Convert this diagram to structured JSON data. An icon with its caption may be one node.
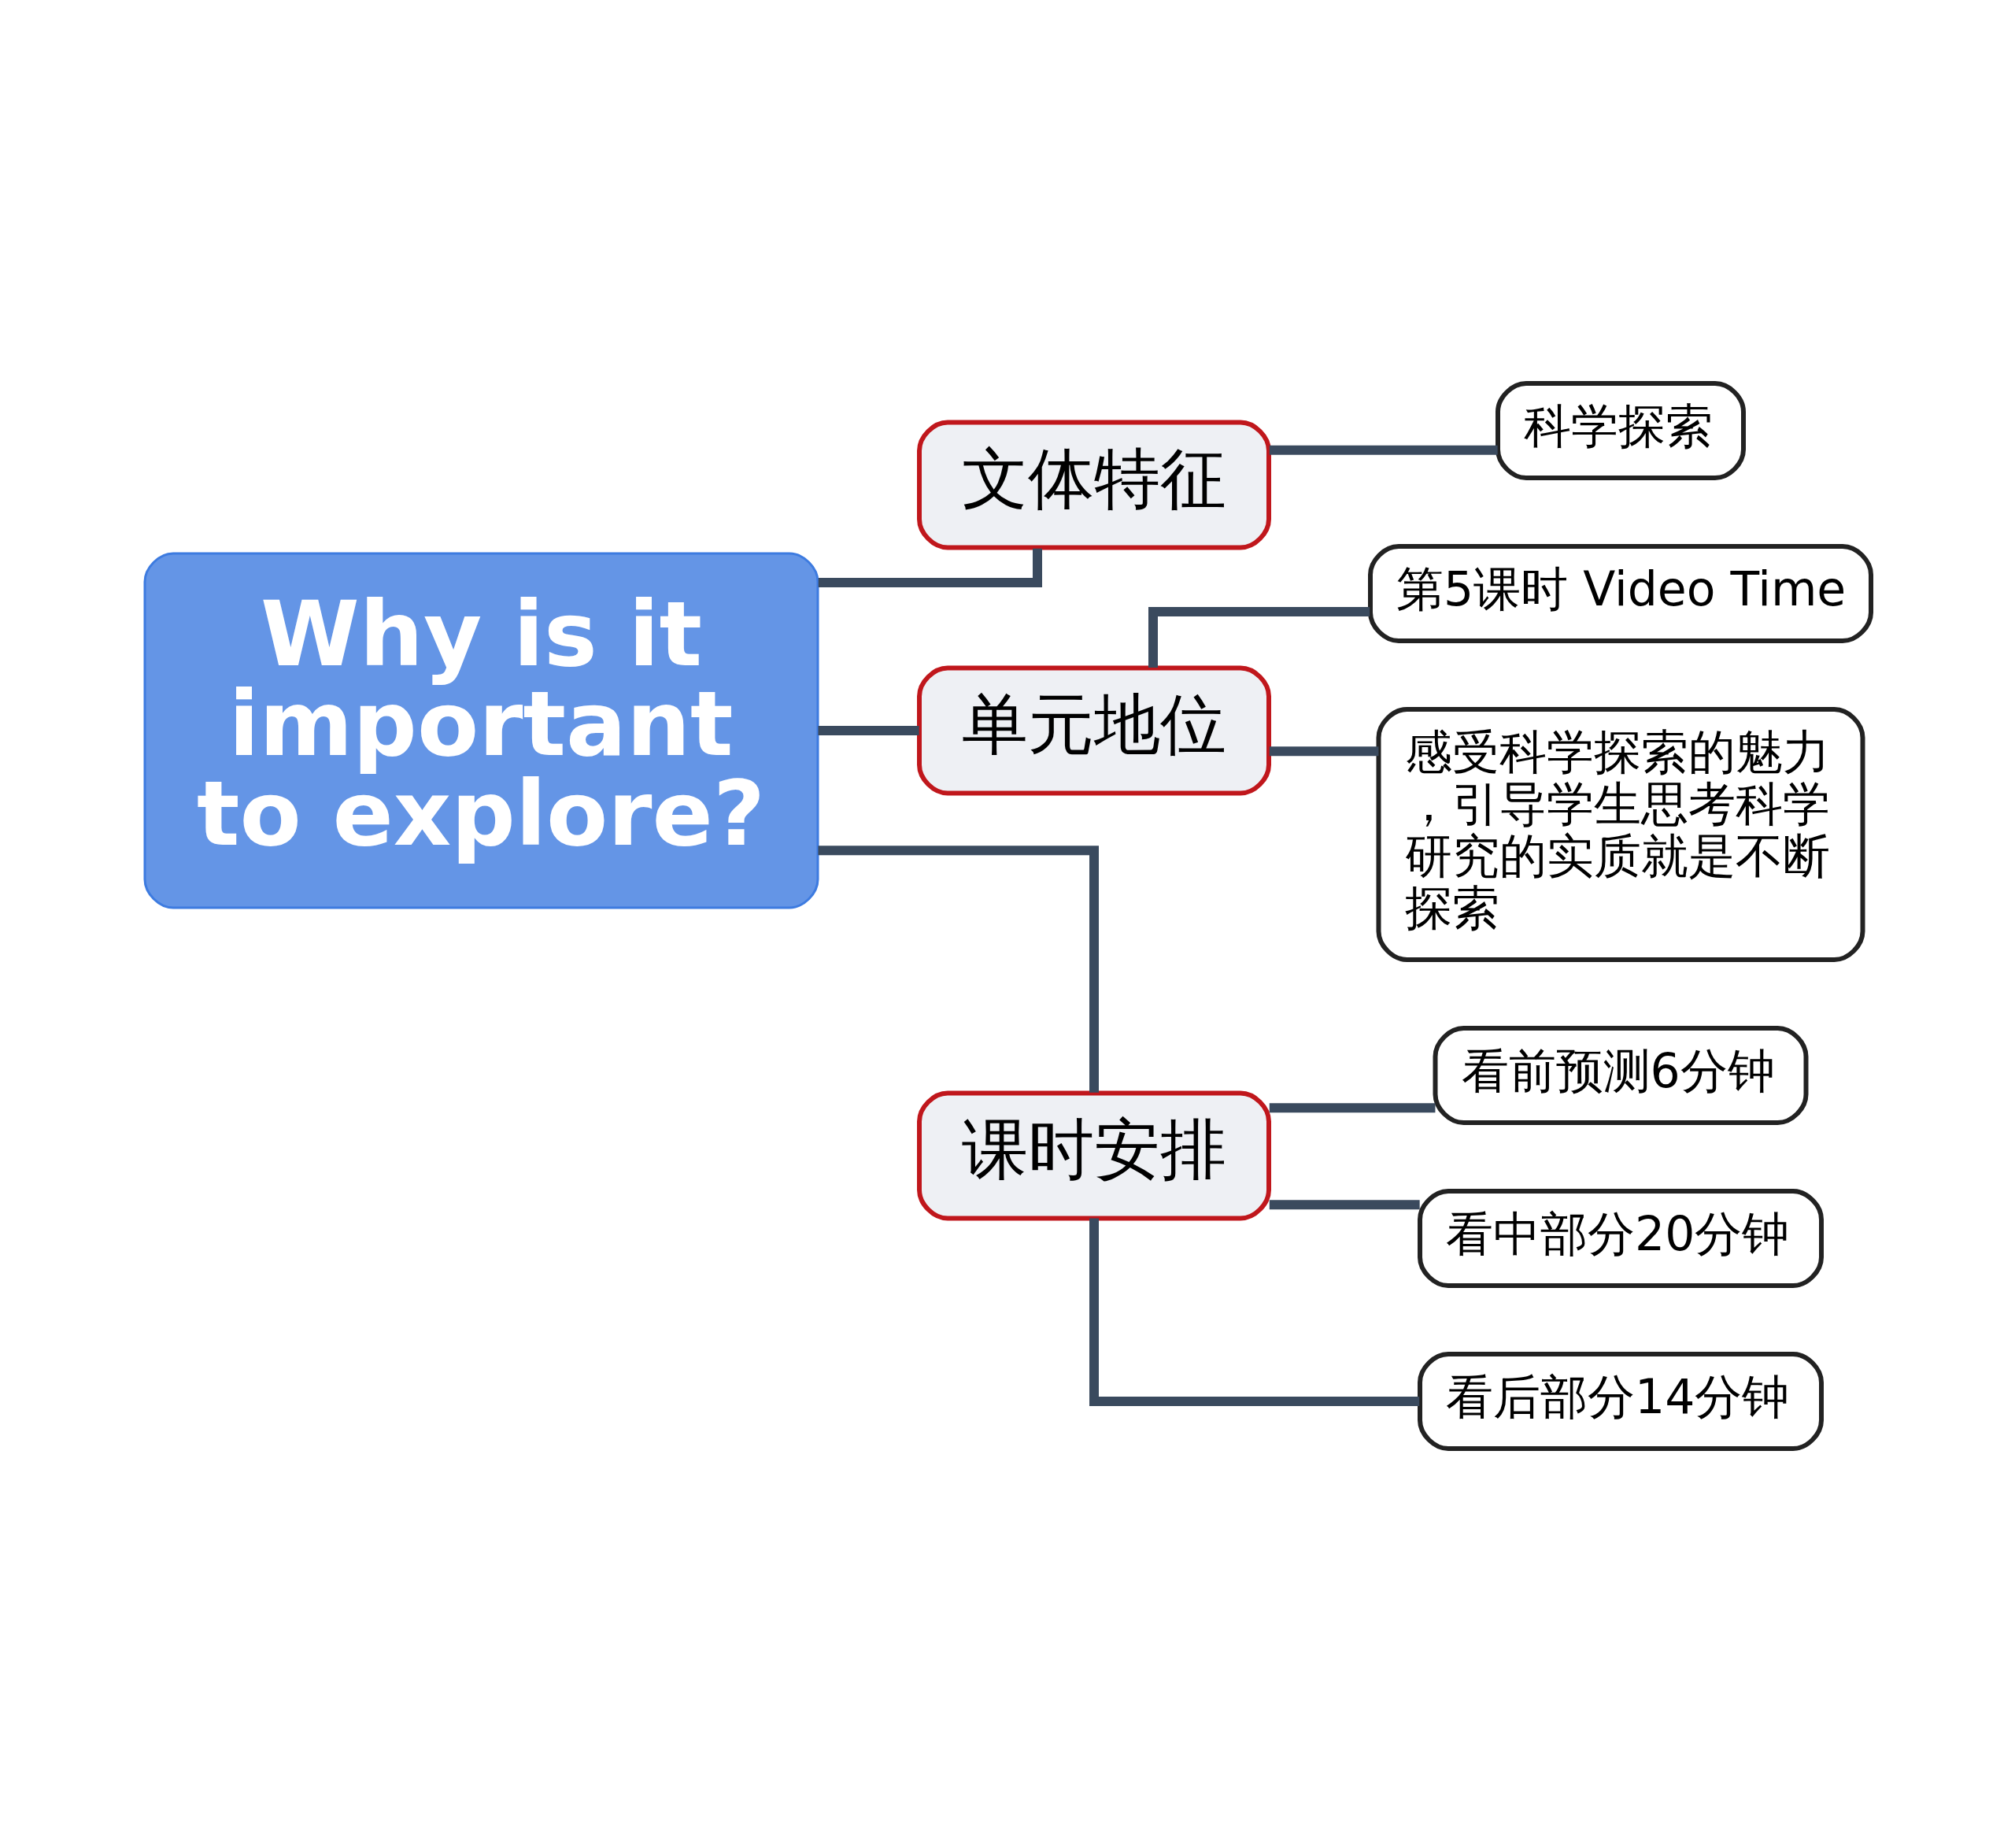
{
  "diagram": {
    "nodes": [
      {
        "text": [
          "Why is it important to explore?"
        ]
      },
      {
        "text": [
          "文体特征"
        ]
      },
      {
        "text": [
          "科学探索"
        ]
      },
      {
        "text": [
          "单元地位"
        ]
      },
      {
        "text": [
          "第5课时 Video Time"
        ]
      },
      {
        "text": [
          "感受科学探索的魅力，引导学生思考科学研究的实质就是不断探索"
        ]
      },
      {
        "text": [
          "课时安排"
        ]
      },
      {
        "text": [
          "看前预测6分钟"
        ]
      },
      {
        "text": [
          "看中部分20分钟"
        ]
      },
      {
        "text": [
          "看后部分14分钟"
        ]
      }
    ],
    "edges": [
      {
        "from": 0,
        "to": 1,
        "arrow": "none"
      },
      {
        "from": 0,
        "to": 3,
        "arrow": "none"
      },
      {
        "from": 0,
        "to": 6,
        "arrow": "none"
      },
      {
        "from": 1,
        "to": 2,
        "arrow": "none"
      },
      {
        "from": 3,
        "to": 4,
        "arrow": "none"
      },
      {
        "from": 3,
        "to": 5,
        "arrow": "none"
      },
      {
        "from": 6,
        "to": 7,
        "arrow": "none"
      },
      {
        "from": 6,
        "to": 8,
        "arrow": "none"
      },
      {
        "from": 6,
        "to": 9,
        "arrow": "none"
      }
    ]
  }
}
